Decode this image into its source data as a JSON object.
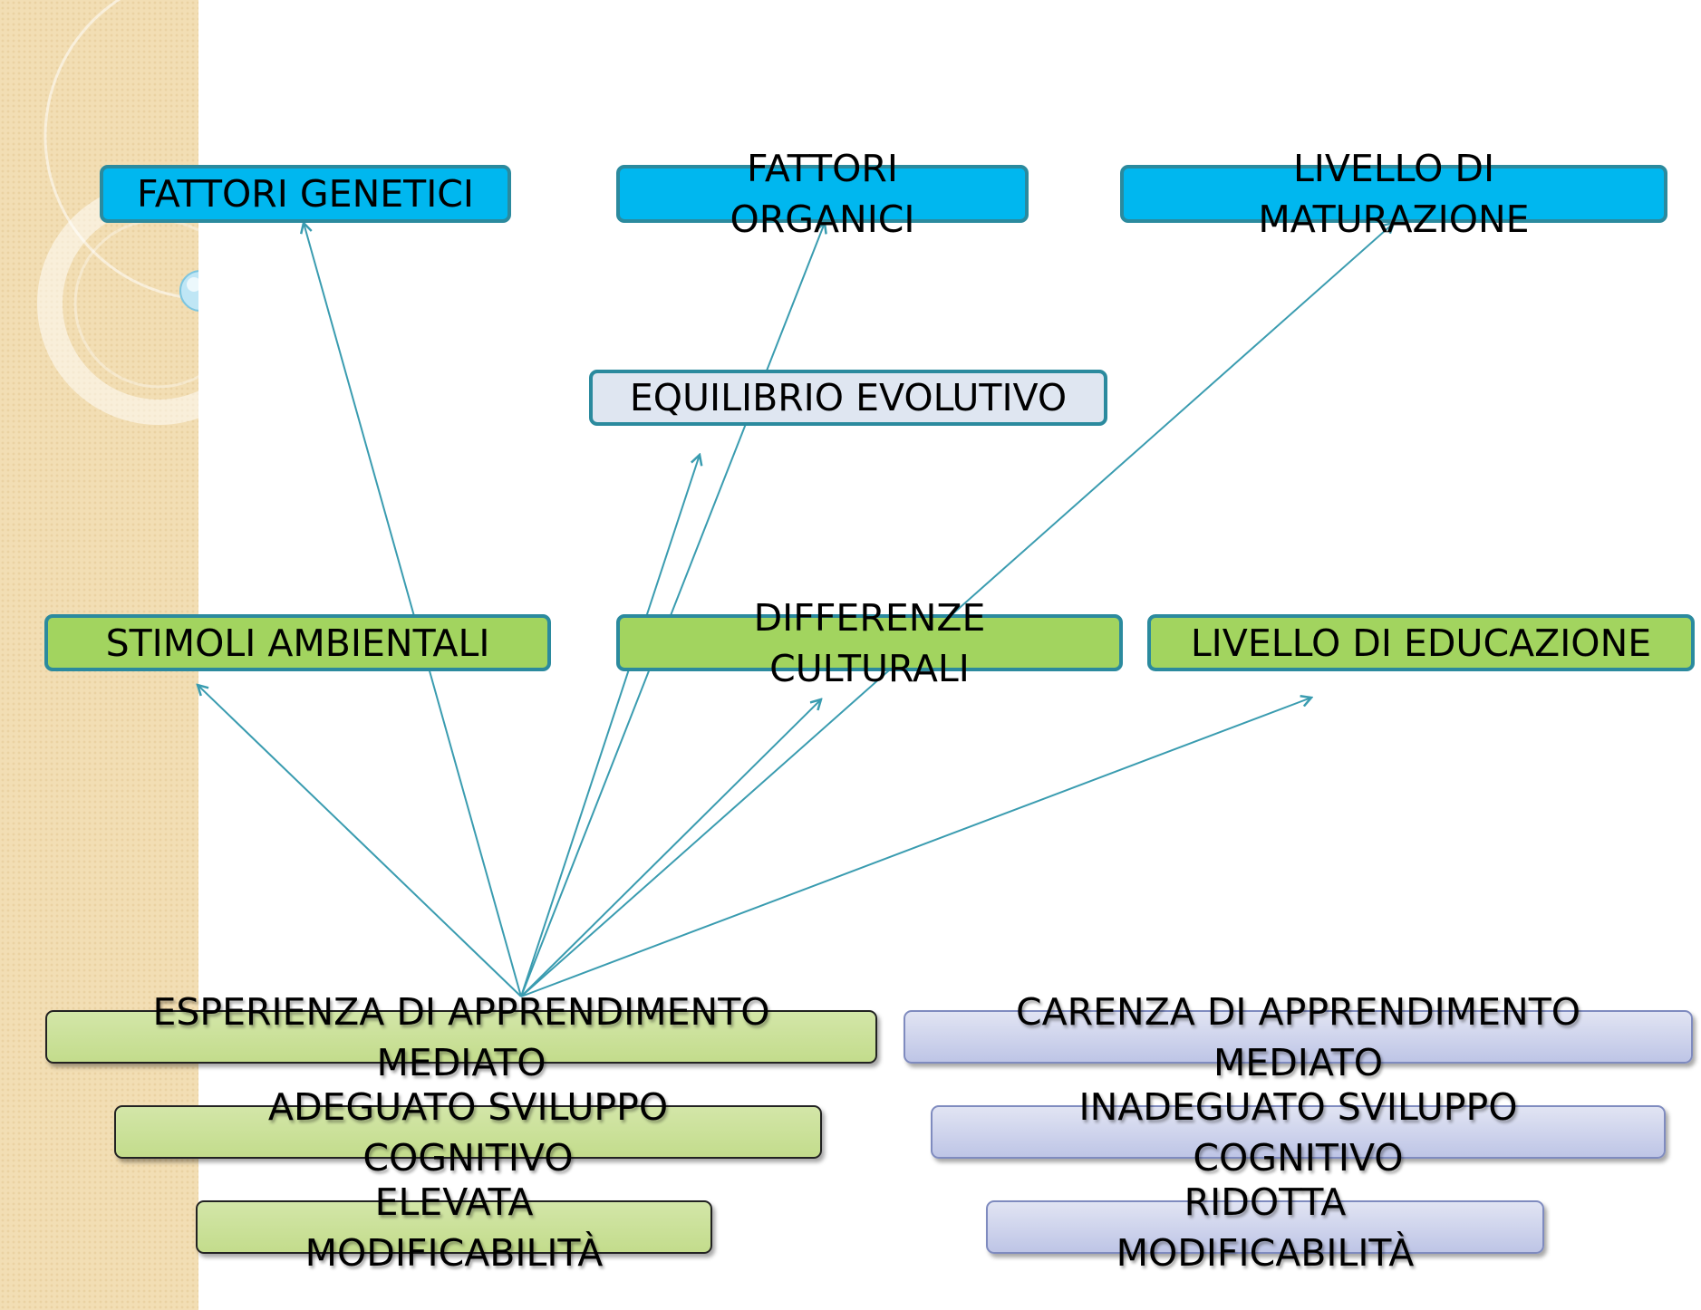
{
  "colors": {
    "top_row": "#00b7ef",
    "middle": "#dfe6f1",
    "env_row": "#a2d45f",
    "positive_stack": "#c8df96",
    "negative_stack": "#cdd2ec",
    "arrows": "#3a9cb0"
  },
  "top_row": {
    "genetici": "FATTORI GENETICI",
    "organici_l1": "FATTORI",
    "organici_l2": "ORGANICI",
    "maturazione_l1": "LIVELLO DI",
    "maturazione_l2": "MATURAZIONE"
  },
  "middle": {
    "equilibrio": "EQUILIBRIO EVOLUTIVO"
  },
  "env_row": {
    "stimoli": "STIMOLI AMBIENTALI",
    "differenze_l1": "DIFFERENZE",
    "differenze_l2": "CULTURALI",
    "educazione": "LIVELLO DI EDUCAZIONE"
  },
  "positive": {
    "esperienza_l1": "ESPERIENZA DI APPRENDIMENTO",
    "esperienza_l2": "MEDIATO",
    "sviluppo_l1": "ADEGUATO SVILUPPO",
    "sviluppo_l2": "COGNITIVO",
    "modificabilita_l1": "ELEVATA",
    "modificabilita_l2": "MODIFICABILITÀ"
  },
  "negative": {
    "carenza_l1": "CARENZA DI APPRENDIMENTO",
    "carenza_l2": "MEDIATO",
    "sviluppo_l1": "INADEGUATO SVILUPPO",
    "sviluppo_l2": "COGNITIVO",
    "modificabilita_l1": "RIDOTTA",
    "modificabilita_l2": "MODIFICABILITÀ"
  }
}
